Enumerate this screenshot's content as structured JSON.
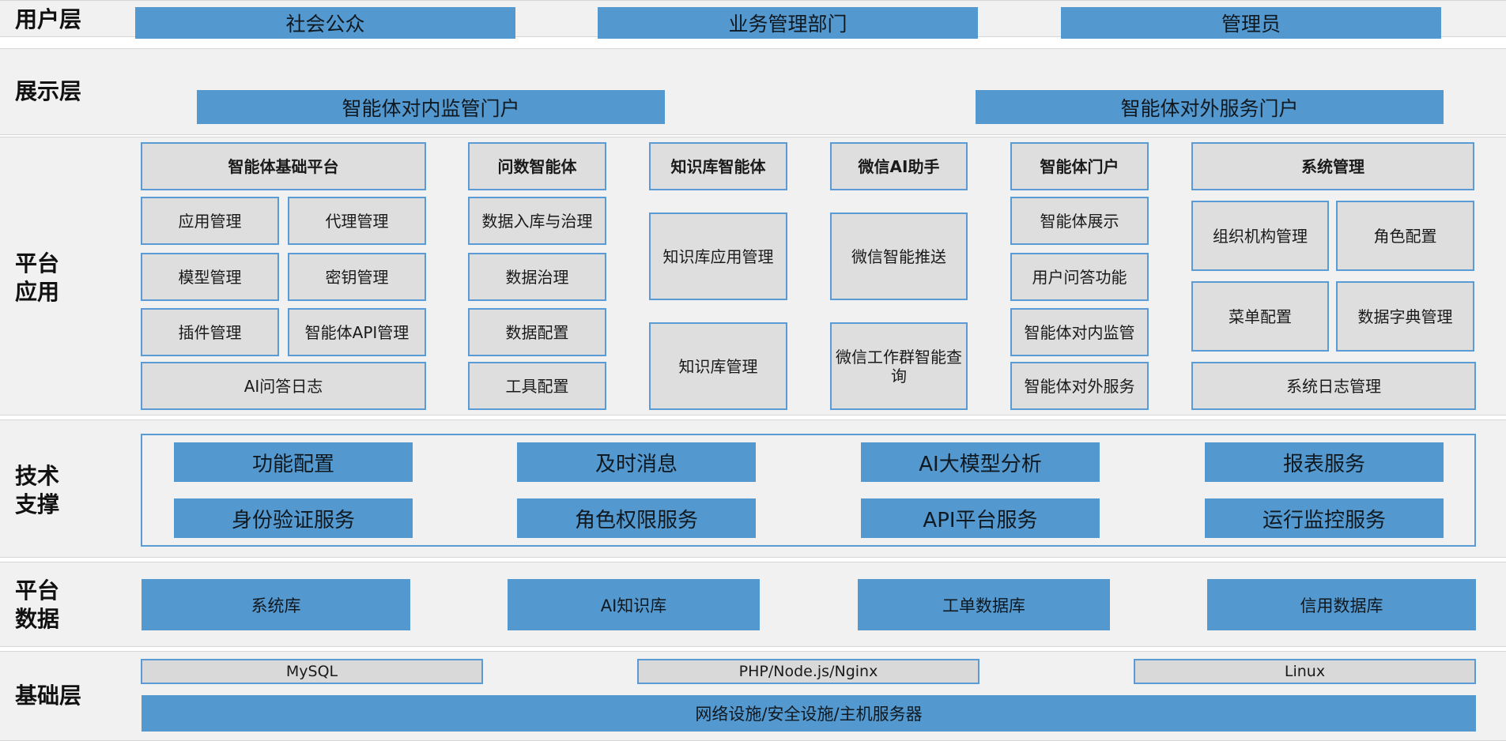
{
  "layers": {
    "user": "用户层",
    "display": "展示层",
    "platform_app": "平台\n应用",
    "tech": "技术\n支撑",
    "platform_data": "平台\n数据",
    "infra": "基础层"
  },
  "user_layer": [
    "社会公众",
    "业务管理部门",
    "管理员"
  ],
  "display_layer": [
    "智能体对内监管门户",
    "智能体对外服务门户"
  ],
  "platform": {
    "agent_platform": {
      "title": "智能体基础平台",
      "items": [
        "应用管理",
        "代理管理",
        "模型管理",
        "密钥管理",
        "插件管理",
        "智能体API管理",
        "AI问答日志"
      ]
    },
    "data_agent": {
      "title": "问数智能体",
      "items": [
        "数据入库与治理",
        "数据治理",
        "数据配置",
        "工具配置"
      ]
    },
    "kb_agent": {
      "title": "知识库智能体",
      "items": [
        "知识库应用管理",
        "知识库管理"
      ]
    },
    "wechat_ai": {
      "title": "微信AI助手",
      "items": [
        "微信智能推送",
        "微信工作群智能查询"
      ]
    },
    "agent_portal": {
      "title": "智能体门户",
      "items": [
        "智能体展示",
        "用户问答功能",
        "智能体对内监管",
        "智能体对外服务"
      ]
    },
    "sys_mgmt": {
      "title": "系统管理",
      "items": [
        "组织机构管理",
        "角色配置",
        "菜单配置",
        "数据字典管理",
        "系统日志管理"
      ]
    }
  },
  "tech_support": [
    "功能配置",
    "及时消息",
    "AI大模型分析",
    "报表服务",
    "身份验证服务",
    "角色权限服务",
    "API平台服务",
    "运行监控服务"
  ],
  "platform_data": [
    "系统库",
    "AI知识库",
    "工单数据库",
    "信用数据库"
  ],
  "infra": {
    "tags": [
      "MySQL",
      "PHP/Node.js/Nginx",
      "Linux"
    ],
    "base": "网络设施/安全设施/主机服务器"
  },
  "colors": {
    "accent_blue": "#5399cf",
    "border_blue": "#5b9bd5",
    "box_gray": "#dedede",
    "band_gray": "#f1f1f1"
  }
}
